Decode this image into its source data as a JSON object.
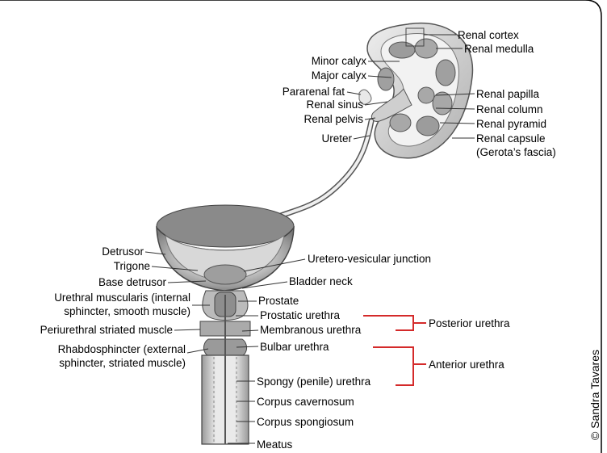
{
  "labels": {
    "renal_cortex": "Renal cortex",
    "renal_medulla": "Renal medulla",
    "minor_calyx": "Minor calyx",
    "major_calyx": "Major calyx",
    "pararenal_fat": "Pararenal fat",
    "renal_sinus": "Renal sinus",
    "renal_pelvis": "Renal pelvis",
    "ureter": "Ureter",
    "renal_papilla": "Renal papilla",
    "renal_column": "Renal column",
    "renal_pyramid": "Renal pyramid",
    "renal_capsule_1": "Renal capsule",
    "renal_capsule_2": "(Gerota’s fascia)",
    "detrusor": "Detrusor",
    "trigone": "Trigone",
    "base_detrusor": "Base detrusor",
    "urethral_muscularis_1": "Urethral muscularis (internal",
    "urethral_muscularis_2": "sphincter, smooth muscle)",
    "periurethral": "Periurethral striated muscle",
    "rhabdo_1": "Rhabdosphincter (external",
    "rhabdo_2": "sphincter, striated muscle)",
    "uv_junction": "Uretero-vesicular junction",
    "bladder_neck": "Bladder neck",
    "prostate": "Prostate",
    "prostatic_urethra": "Prostatic urethra",
    "membranous_urethra": "Membranous urethra",
    "bulbar_urethra": "Bulbar urethra",
    "spongy_urethra": "Spongy (penile) urethra",
    "corpus_cavernosum": "Corpus cavernosum",
    "corpus_spongiosum": "Corpus spongiosum",
    "meatus": "Meatus",
    "posterior_urethra": "Posterior urethra",
    "anterior_urethra": "Anterior urethra"
  },
  "credit": "© Sandra Tavares",
  "colors": {
    "bracket": "#d42a2a",
    "leader": "#333333",
    "organ_fill": "#d9d9d9",
    "organ_dark": "#8a8a8a",
    "border": "#000000"
  }
}
